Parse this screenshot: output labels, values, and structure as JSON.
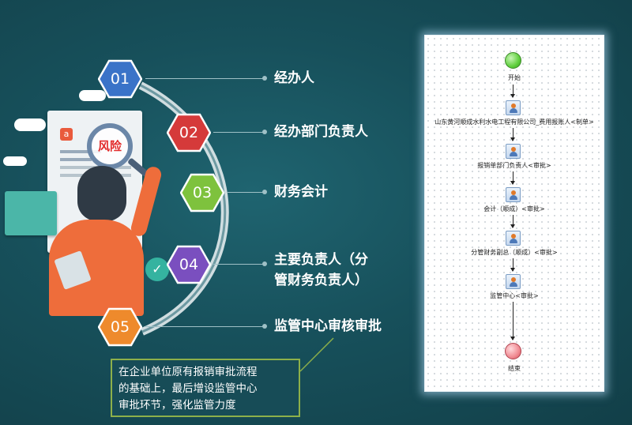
{
  "steps": [
    {
      "num": "01",
      "label": "经办人",
      "color": "#3a73c8"
    },
    {
      "num": "02",
      "label": "经办部门负责人",
      "color": "#d53a3a"
    },
    {
      "num": "03",
      "label": "财务会计",
      "color": "#7ec23d"
    },
    {
      "num": "04",
      "label": "主要负责人（分",
      "label2": "管财务负责人）",
      "color": "#7a4fbf"
    },
    {
      "num": "05",
      "label": "监管中心审核审批",
      "color": "#ee8a2c"
    }
  ],
  "illustration": {
    "risk_text": "风险",
    "logo_letter": "a"
  },
  "note": {
    "lines": [
      "在企业单位原有报销审批流程",
      "的基础上，最后增设监管中心",
      "审批环节，强化监管力度"
    ]
  },
  "flow": {
    "start": "开始",
    "nodes": [
      "山东黄河顺成水利水电工程有限公司_费用报账人<制单>",
      "报销单部门负责人<审批>",
      "会计（顺成）<审批>",
      "分管财务副总（顺成）<审批>",
      "监管中心<审批>"
    ],
    "end": "结束"
  }
}
